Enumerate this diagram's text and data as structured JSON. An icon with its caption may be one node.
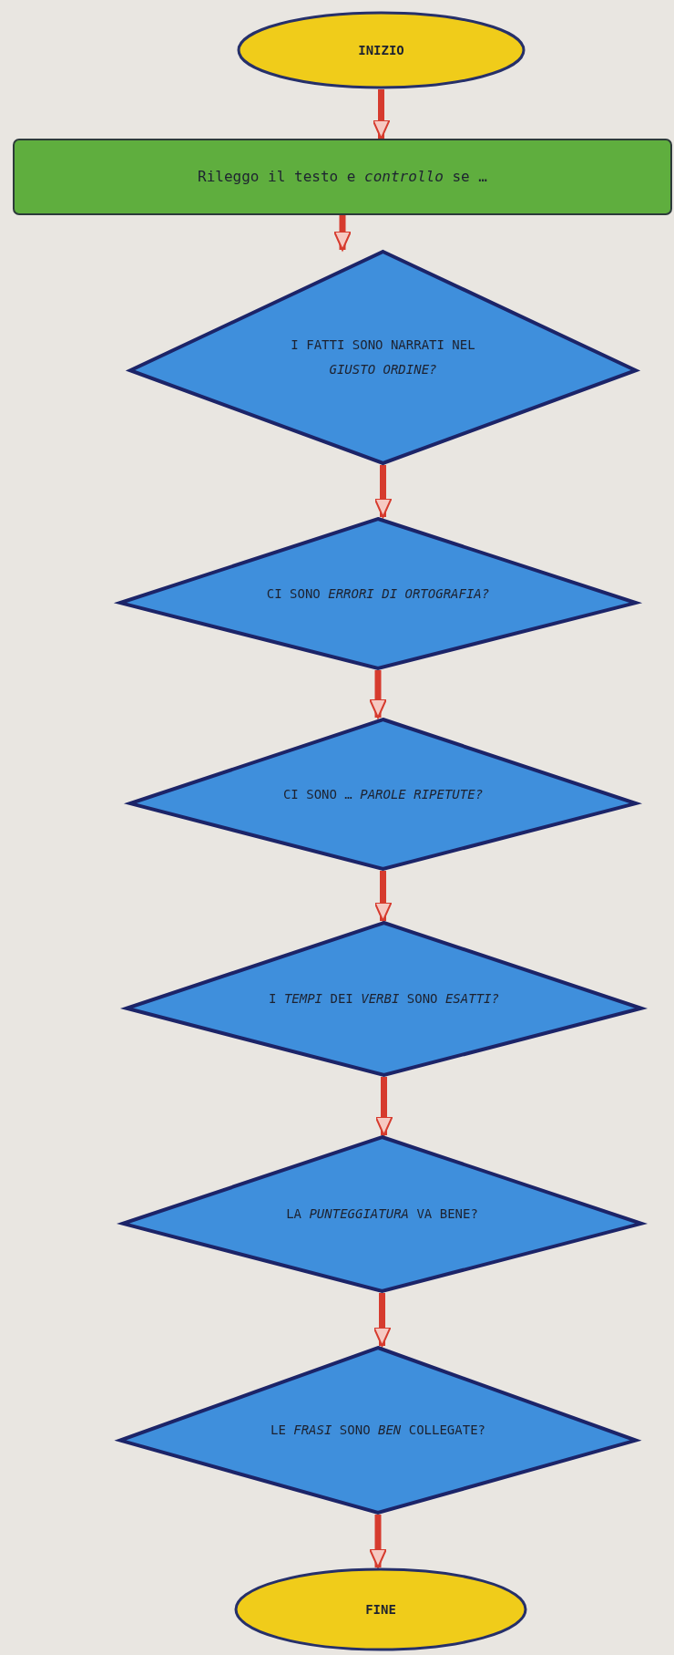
{
  "diagram": {
    "nodes": [
      {
        "text": [
          "INIZIO"
        ]
      },
      {
        "text": [
          "Rileggo il testo e *controllo* se …"
        ]
      },
      {
        "text": [
          "I FATTI SONO NARRATI NEL *GIUSTO ORDINE?*"
        ]
      },
      {
        "text": [
          "CI SONO *ERRORI DI ORTOGRAFIA?*"
        ]
      },
      {
        "text": [
          "CI SONO … *PAROLE RIPETUTE?*"
        ]
      },
      {
        "text": [
          "I *TEMPI* DEI *VERBI* SONO *ESATTI?*"
        ]
      },
      {
        "text": [
          "LA *PUNTEGGIATURA* VA BENE?"
        ]
      },
      {
        "text": [
          "LE *FRASI* SONO *BEN* COLLEGATE?"
        ]
      },
      {
        "text": [
          "FINE"
        ]
      }
    ],
    "edges": [
      {
        "from": 0,
        "to": 1,
        "arrow": "to"
      },
      {
        "from": 1,
        "to": 2,
        "arrow": "to"
      },
      {
        "from": 2,
        "to": 3,
        "arrow": "to"
      },
      {
        "from": 3,
        "to": 4,
        "arrow": "to"
      },
      {
        "from": 4,
        "to": 5,
        "arrow": "to"
      },
      {
        "from": 5,
        "to": 6,
        "arrow": "to"
      },
      {
        "from": 6,
        "to": 7,
        "arrow": "to"
      },
      {
        "from": 7,
        "to": 8,
        "arrow": "to"
      }
    ]
  }
}
